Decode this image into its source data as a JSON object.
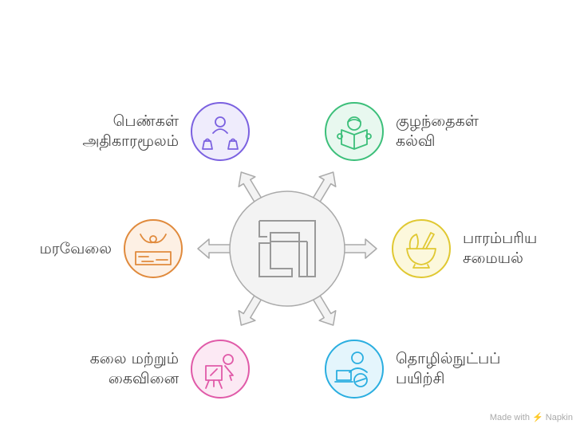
{
  "nodes": [
    {
      "id": "women",
      "line1": "பெண்கள்",
      "line2": "அதிகாரமூலம்",
      "icon": "women-empowerment-icon",
      "color": "#7b61e0",
      "fill": "#efecfc"
    },
    {
      "id": "children",
      "line1": "குழந்தைகள்",
      "line2": "கல்வி",
      "icon": "child-reading-icon",
      "color": "#3cbf7a",
      "fill": "#e8f8ef"
    },
    {
      "id": "woodwork",
      "line1": "மரவேலை",
      "line2": "",
      "icon": "saw-wood-icon",
      "color": "#e08a3c",
      "fill": "#fdf0e4"
    },
    {
      "id": "cooking",
      "line1": "பாரம்பரிய",
      "line2": "சமையல்",
      "icon": "mortar-herbs-icon",
      "color": "#e0c832",
      "fill": "#fcf8dc"
    },
    {
      "id": "arts",
      "line1": "கலை மற்றும்",
      "line2": "கைவினை",
      "icon": "easel-artist-icon",
      "color": "#e05aa8",
      "fill": "#fce9f4"
    },
    {
      "id": "tech",
      "line1": "தொழில்நுட்பப்",
      "line2": "பயிற்சி",
      "icon": "laptop-user-icon",
      "color": "#2aaee0",
      "fill": "#e4f5fc"
    }
  ],
  "center": {
    "icon": "maze-icon"
  },
  "footer": {
    "text": "Made with ⚡ Napkin"
  }
}
